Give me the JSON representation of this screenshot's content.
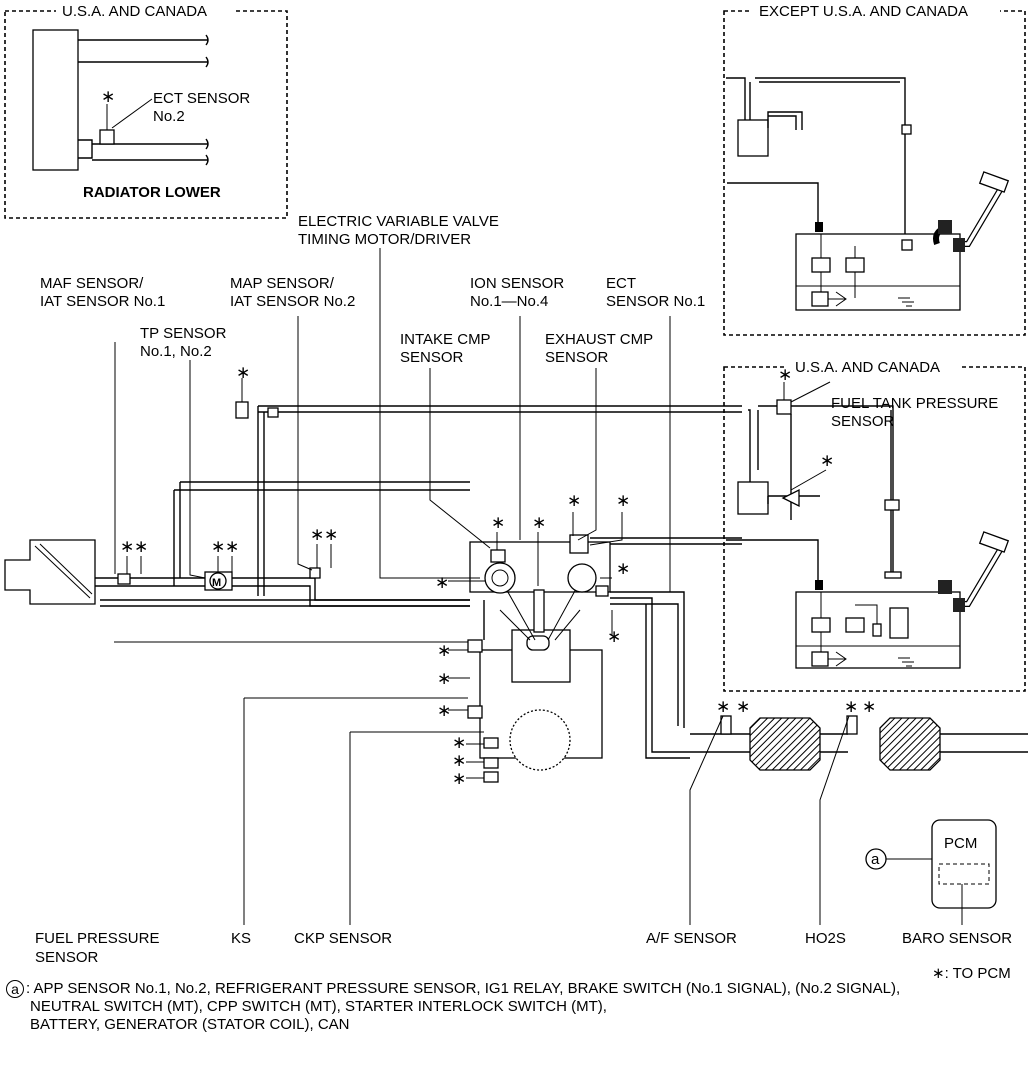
{
  "boxes": {
    "usa_canada_top": "U.S.A. AND CANADA",
    "except_usa_canada": "EXCEPT U.S.A. AND CANADA",
    "usa_canada_right": "U.S.A. AND CANADA"
  },
  "inset": {
    "ect2": [
      "ECT SENSOR",
      "No.2"
    ],
    "radiator": "RADIATOR LOWER",
    "fuel_tank_pressure": [
      "FUEL TANK PRESSURE",
      "SENSOR"
    ]
  },
  "labels": {
    "evvt": [
      "ELECTRIC VARIABLE VALVE",
      "TIMING MOTOR/DRIVER"
    ],
    "maf": [
      "MAF SENSOR/",
      "IAT SENSOR No.1"
    ],
    "map": [
      "MAP SENSOR/",
      "IAT SENSOR No.2"
    ],
    "ion": [
      "ION SENSOR",
      "No.1—No.4"
    ],
    "ect1": [
      "ECT",
      "SENSOR No.1"
    ],
    "tp": [
      "TP SENSOR",
      "No.1, No.2"
    ],
    "intake_cmp": [
      "INTAKE CMP",
      "SENSOR"
    ],
    "exhaust_cmp": [
      "EXHAUST CMP",
      "SENSOR"
    ],
    "fuel_pressure": [
      "FUEL PRESSURE",
      "SENSOR"
    ],
    "ks": "KS",
    "ckp": "CKP SENSOR",
    "af": "A/F SENSOR",
    "ho2s": "HO2S",
    "baro": "BARO SENSOR",
    "pcm": "PCM",
    "motor_mark": "M",
    "circle_a": "a"
  },
  "legend": {
    "asterisk": "∗",
    "to_pcm": "∗: TO PCM"
  },
  "footnote": {
    "marker": "a",
    "lines": [
      ": APP SENSOR No.1, No.2, REFRIGERANT PRESSURE SENSOR, IG1 RELAY, BRAKE SWITCH (No.1 SIGNAL), (No.2 SIGNAL),",
      "NEUTRAL SWITCH (MT), CPP SWITCH (MT), STARTER INTERLOCK SWITCH (MT),",
      "BATTERY, GENERATOR (STATOR COIL), CAN"
    ]
  }
}
